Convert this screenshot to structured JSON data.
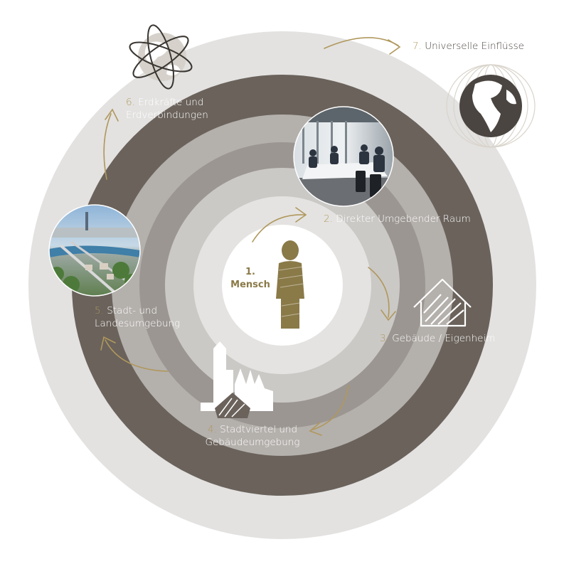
{
  "diagram": {
    "rings": [
      {
        "number": "1.",
        "label": "Mensch"
      },
      {
        "number": "2.",
        "label": "Direkter Umgebender Raum"
      },
      {
        "number": "3.",
        "label": "Gebäude / Eigenheim"
      },
      {
        "number": "4.",
        "label_line1": "Stadtviertel und",
        "label_line2": "Gebäudeumgebung"
      },
      {
        "number": "5.",
        "label_line1": "Stadt- und",
        "label_line2": "Landesumgebung"
      },
      {
        "number": "6.",
        "label_line1": "Erdkräfte und",
        "label_line2": "Erdverbindungen"
      },
      {
        "number": "7.",
        "label": "Universelle Einflüsse"
      }
    ],
    "colors": {
      "ring7": "#e3e2e1",
      "ring6": "#6a625b",
      "ring5": "#b4b0ac",
      "ring4": "#9b9692",
      "ring3": "#cbc9c6",
      "ring2": "#e4e3e1",
      "ring1": "#ffffff",
      "accent": "#b0985c",
      "figure": "#8a7a48"
    },
    "icons": [
      "person-icon",
      "house-icon",
      "city-skyline-icon",
      "atom-globe-icon",
      "wire-globe-icon",
      "meeting-photo",
      "city-photo"
    ]
  }
}
